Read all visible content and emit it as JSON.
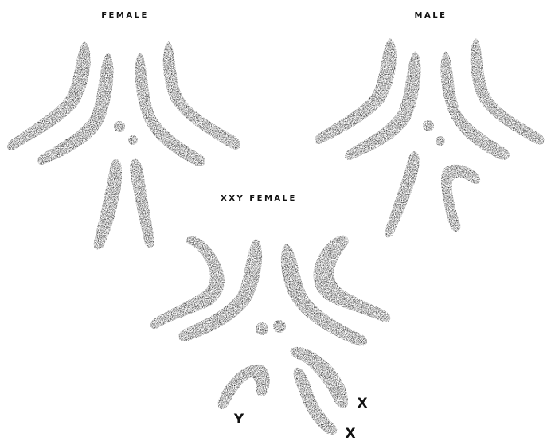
{
  "labels": {
    "female": "FEMALE",
    "male": "MALE",
    "xxy_female": "XXY FEMALE",
    "y": "Y",
    "x1": "X",
    "x2": "X"
  },
  "colors": {
    "ink": "#151515",
    "background": "#ffffff"
  }
}
